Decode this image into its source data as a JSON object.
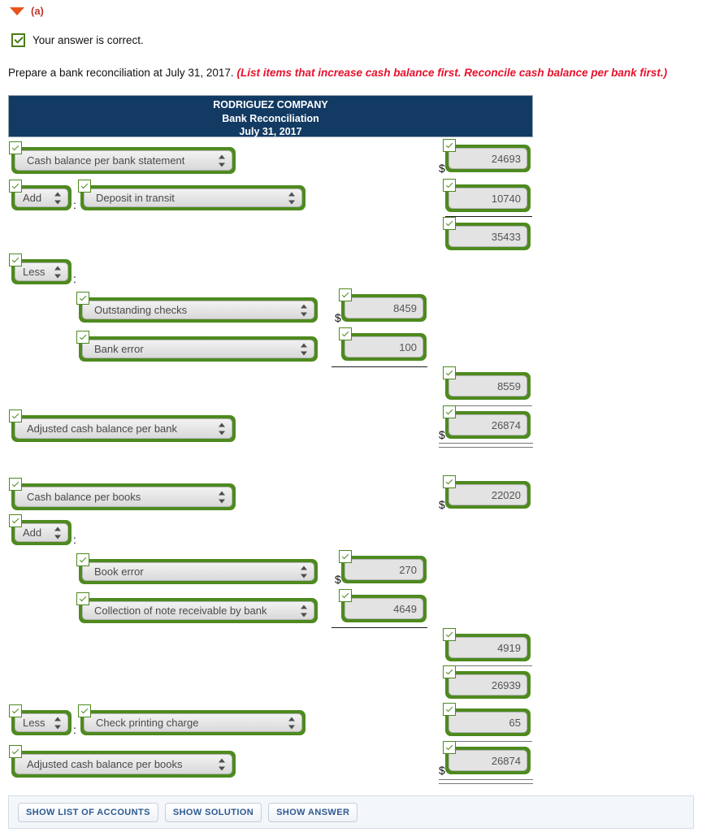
{
  "part": {
    "label": "(a)",
    "caret": "triangle-down-icon"
  },
  "feedback": {
    "text": "Your answer is correct.",
    "icon": "check-icon"
  },
  "instruction": {
    "main": "Prepare a bank reconciliation at July 31, 2017.",
    "hint": "(List items that increase cash balance first. Reconcile cash balance per bank first.)"
  },
  "statement_header": {
    "company": "RODRIGUEZ COMPANY",
    "title": "Bank Reconciliation",
    "date": "July 31, 2017"
  },
  "colors": {
    "header_bg": "#123a63",
    "field_border": "#4e8a1f",
    "hint_red": "#e8112d",
    "part_label": "#c0392b",
    "caret": "#e8541e",
    "button_text": "#2c5a92"
  },
  "rows": [
    {
      "id": "bank-balance",
      "label": "Cash balance per bank statement",
      "amount": "24693",
      "dollar": "$"
    },
    {
      "id": "add-label-1",
      "label": "Add",
      "colon": ":"
    },
    {
      "id": "deposit-transit",
      "label": "Deposit in transit",
      "amount": "10740"
    },
    {
      "id": "bank-subtotal",
      "amount": "35433"
    },
    {
      "id": "less-label-1",
      "label": "Less",
      "colon": ":"
    },
    {
      "id": "outstanding-checks",
      "label": "Outstanding checks",
      "amount": "8459",
      "dollar": "$"
    },
    {
      "id": "bank-error",
      "label": "Bank error",
      "amount": "100"
    },
    {
      "id": "less-total-bank",
      "amount": "8559"
    },
    {
      "id": "adj-bank",
      "label": "Adjusted cash balance per bank",
      "amount": "26874",
      "dollar": "$"
    },
    {
      "id": "books-balance",
      "label": "Cash balance per books",
      "amount": "22020",
      "dollar": "$"
    },
    {
      "id": "add-label-2",
      "label": "Add",
      "colon": ":"
    },
    {
      "id": "book-error",
      "label": "Book error",
      "amount": "270",
      "dollar": "$"
    },
    {
      "id": "note-collection",
      "label": "Collection of note receivable by bank",
      "amount": "4649"
    },
    {
      "id": "add-total-books",
      "amount": "4919"
    },
    {
      "id": "books-subtotal",
      "amount": "26939"
    },
    {
      "id": "less-label-2",
      "label": "Less",
      "colon": ":"
    },
    {
      "id": "check-printing",
      "label": "Check printing charge",
      "amount": "65"
    },
    {
      "id": "adj-books",
      "label": "Adjusted cash balance per books",
      "amount": "26874",
      "dollar": "$"
    }
  ],
  "buttons": [
    {
      "id": "show-list-of-accounts",
      "label": "SHOW LIST OF ACCOUNTS"
    },
    {
      "id": "show-solution",
      "label": "SHOW SOLUTION"
    },
    {
      "id": "show-answer",
      "label": "SHOW ANSWER"
    }
  ]
}
